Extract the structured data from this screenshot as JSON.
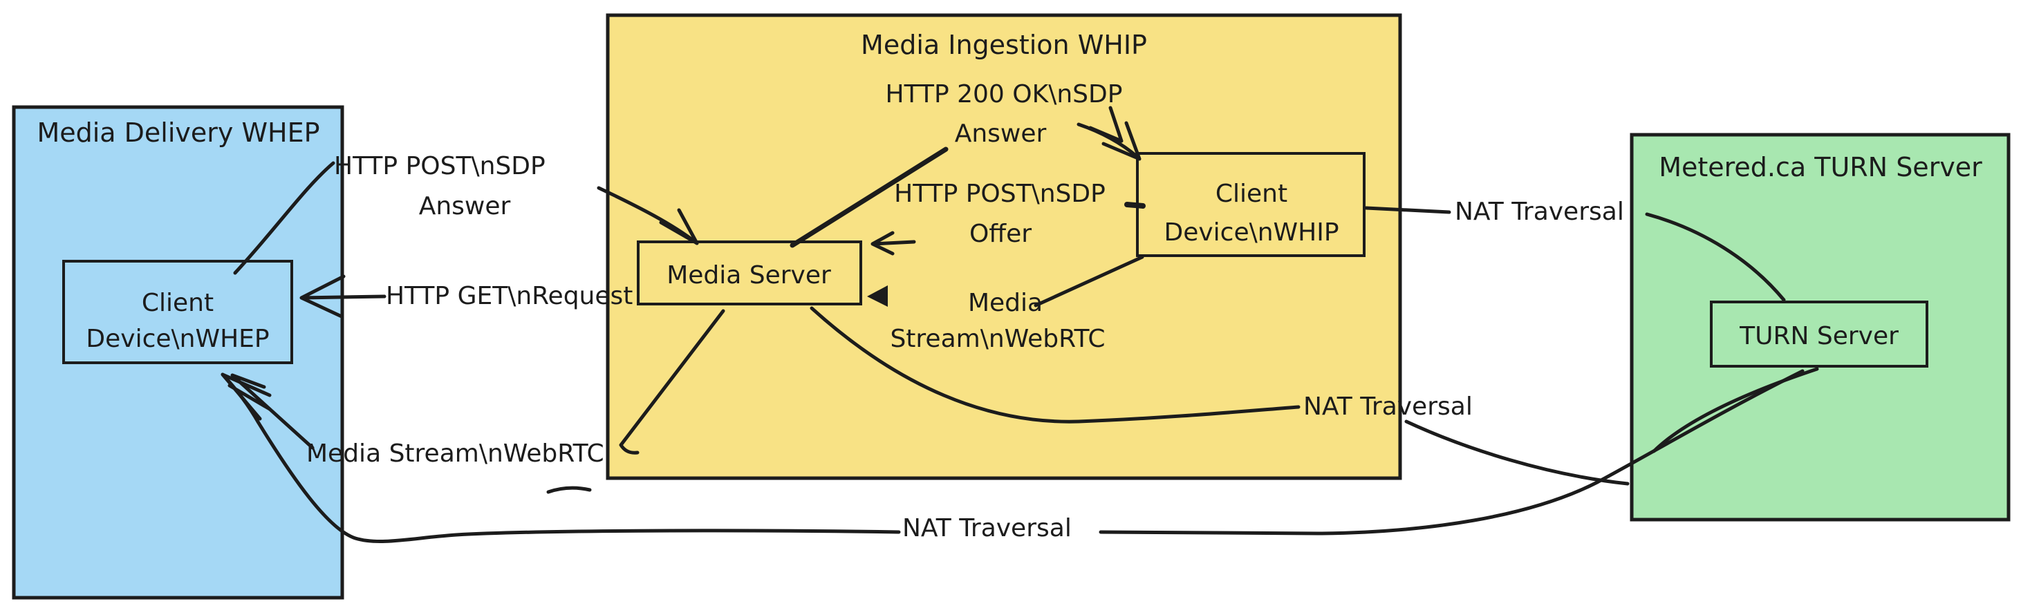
{
  "diagram": {
    "ink": "#1c1c1c",
    "containers": {
      "whep": {
        "title": "Media Delivery WHEP",
        "fill": "#a5d8f5"
      },
      "whip": {
        "title": "Media Ingestion WHIP",
        "fill": "#f8e285"
      },
      "turn": {
        "title": "Metered.ca TURN Server",
        "fill": "#a8e7b0"
      }
    },
    "nodes": {
      "client_whep": {
        "line1": "Client",
        "line2": "Device\\nWHEP"
      },
      "media_server": {
        "label": "Media Server"
      },
      "client_whip": {
        "line1": "Client",
        "line2": "Device\\nWHIP"
      },
      "turn_server": {
        "label": "TURN Server"
      }
    },
    "edges": {
      "http_post_sdp_answer": {
        "line1": "HTTP POST\\nSDP",
        "line2": "Answer"
      },
      "http_200_ok_sdp_answer": {
        "line1": "HTTP 200 OK\\nSDP",
        "line2": "Answer"
      },
      "http_post_sdp_offer": {
        "line1": "HTTP POST\\nSDP",
        "line2": "Offer"
      },
      "media_stream_webrtc_ingest": {
        "line1": "Media",
        "line2": "Stream\\nWebRTC"
      },
      "http_get_request": {
        "label": "HTTP GET\\nRequest"
      },
      "media_stream_webrtc_delivery": {
        "label": "Media Stream\\nWebRTC"
      },
      "nat_traversal_whip": {
        "label": "NAT Traversal"
      },
      "nat_traversal_media_server": {
        "label": "NAT Traversal"
      },
      "nat_traversal_whep": {
        "label": "NAT Traversal"
      }
    }
  }
}
